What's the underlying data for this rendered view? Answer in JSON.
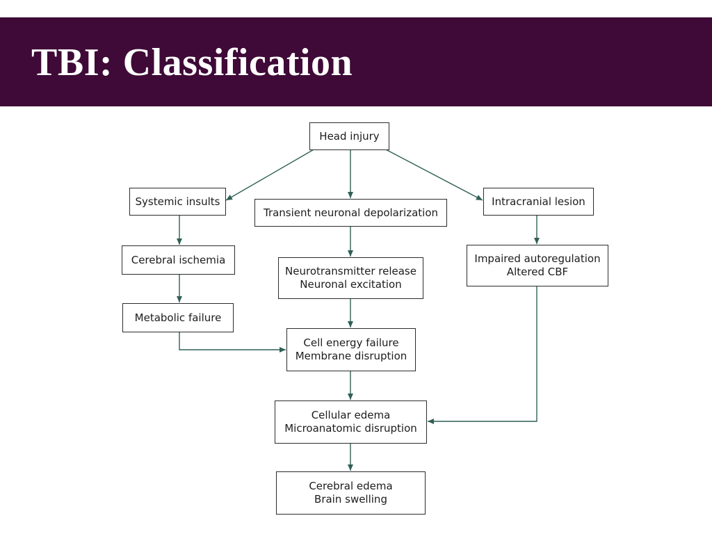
{
  "slide": {
    "title": "TBI: Classification"
  },
  "colors": {
    "title_bar": "#3f0a37",
    "title_text": "#ffffff",
    "arrow": "#2f5f55",
    "box_border": "#2b2b2b"
  },
  "flowchart": {
    "nodes": {
      "head_injury": {
        "lines": [
          "Head injury"
        ]
      },
      "systemic_insults": {
        "lines": [
          "Systemic insults"
        ]
      },
      "transient_depolarization": {
        "lines": [
          "Transient neuronal depolarization"
        ]
      },
      "intracranial_lesion": {
        "lines": [
          "Intracranial lesion"
        ]
      },
      "cerebral_ischemia": {
        "lines": [
          "Cerebral ischemia"
        ]
      },
      "neurotransmitter_release": {
        "lines": [
          "Neurotransmitter release",
          "Neuronal excitation"
        ]
      },
      "impaired_autoregulation": {
        "lines": [
          "Impaired autoregulation",
          "Altered CBF"
        ]
      },
      "metabolic_failure": {
        "lines": [
          "Metabolic failure"
        ]
      },
      "cell_energy_failure": {
        "lines": [
          "Cell energy failure",
          "Membrane disruption"
        ]
      },
      "cellular_edema": {
        "lines": [
          "Cellular edema",
          "Microanatomic disruption"
        ]
      },
      "cerebral_edema": {
        "lines": [
          "Cerebral edema",
          "Brain swelling"
        ]
      }
    },
    "edges": [
      [
        "head_injury",
        "systemic_insults"
      ],
      [
        "head_injury",
        "transient_depolarization"
      ],
      [
        "head_injury",
        "intracranial_lesion"
      ],
      [
        "systemic_insults",
        "cerebral_ischemia"
      ],
      [
        "cerebral_ischemia",
        "metabolic_failure"
      ],
      [
        "transient_depolarization",
        "neurotransmitter_release"
      ],
      [
        "neurotransmitter_release",
        "cell_energy_failure"
      ],
      [
        "metabolic_failure",
        "cell_energy_failure"
      ],
      [
        "intracranial_lesion",
        "impaired_autoregulation"
      ],
      [
        "cell_energy_failure",
        "cellular_edema"
      ],
      [
        "impaired_autoregulation",
        "cellular_edema"
      ],
      [
        "cellular_edema",
        "cerebral_edema"
      ]
    ]
  }
}
